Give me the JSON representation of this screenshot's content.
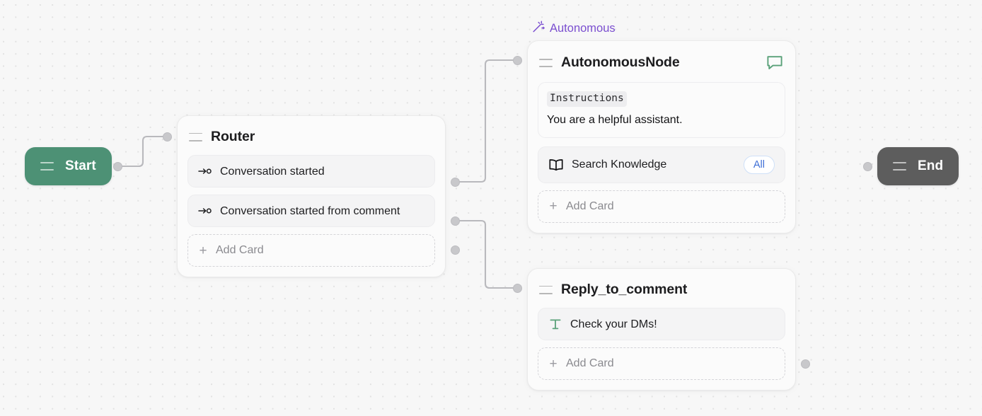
{
  "canvas": {
    "background_color": "#f7f7f7",
    "dot_color": "#e2e2e2"
  },
  "colors": {
    "start_node": "#4d9175",
    "end_node": "#5d5d5d",
    "group_label_purple": "#7b4fd0",
    "badge_blue": "#3f6fd6",
    "icon_green": "#5aa179",
    "edge_stroke": "#b9b9bd",
    "handle_fill": "#c8c8cb"
  },
  "start_node": {
    "label": "Start",
    "handle_icon": "drag-handle-icon"
  },
  "end_node": {
    "label": "End",
    "handle_icon": "drag-handle-icon"
  },
  "router_node": {
    "title": "Router",
    "handle_icon": "drag-handle-icon",
    "cards": [
      {
        "icon": "arrow-to-circle-icon",
        "label": "Conversation started"
      },
      {
        "icon": "arrow-to-circle-icon",
        "label": "Conversation started from comment"
      }
    ],
    "add_card": {
      "icon": "plus-icon",
      "label": "Add Card"
    }
  },
  "autonomous_group": {
    "icon": "magic-wand-sparkles-icon",
    "label": "Autonomous"
  },
  "autonomous_node": {
    "title": "AutonomousNode",
    "handle_icon": "drag-handle-icon",
    "header_action_icon": "comment-bubble-icon",
    "instructions": {
      "tag": "Instructions",
      "text": "You are a helpful assistant."
    },
    "cards": [
      {
        "icon": "open-book-icon",
        "label": "Search Knowledge",
        "badge": "All"
      }
    ],
    "add_card": {
      "icon": "plus-icon",
      "label": "Add Card"
    }
  },
  "reply_node": {
    "title": "Reply_to_comment",
    "handle_icon": "drag-handle-icon",
    "cards": [
      {
        "icon": "text-t-icon",
        "label": "Check your DMs!"
      }
    ],
    "add_card": {
      "icon": "plus-icon",
      "label": "Add Card"
    }
  }
}
